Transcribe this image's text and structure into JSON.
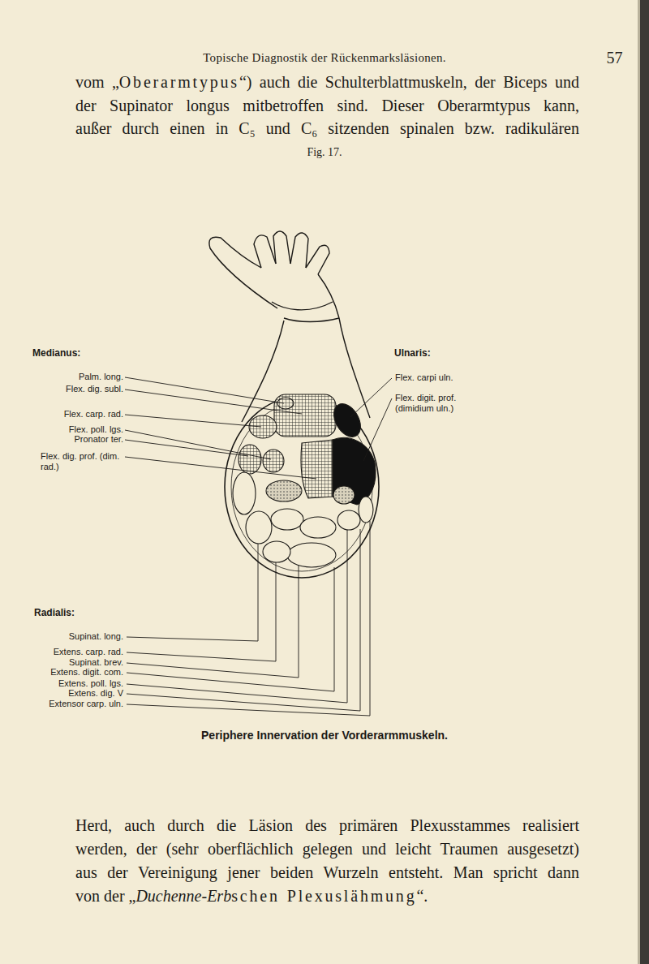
{
  "diagram": {
    "title": "Fig. 17.",
    "caption": "Periphere Innervation der Vorderarmmuskeln.",
    "labels": [
      "Topische Diagnostik der Rückenmarksläsionen.",
      "57",
      "vom „",
      "Oberarmtypus",
      "“) auch die Schulterblattmuskeln, der Biceps und",
      "der Supinator longus mitbetroffen sind. Dieser Oberarmtypus kann,",
      "außer durch einen in C₅ und C₆ sitzenden spinalen bzw. radikulären",
      "Medianus:",
      "Palm. long.",
      "Flex. dig. subl.",
      "Flex. carp. rad.",
      "Flex. poll. lgs.",
      "Pronator ter.",
      "Flex. dig. prof. (dim. rad.)",
      "Ulnaris:",
      "Flex. carpi uln.",
      "Flex. digit. prof. (dimidium uln.)",
      "Radialis:",
      "Supinat. long.",
      "Extens. carp. rad.",
      "Supinat. brev.",
      "Extens. digit. com.",
      "Extens. poll. lgs.",
      "Extens. dig. V",
      "Extensor carp. uln.",
      "Herd, auch durch die Läsion des primären Plexusstammes realisiert",
      "werden, der (sehr oberflächlich gelegen und leicht Traumen ausgesetzt)",
      "aus der Vereinigung jener beiden Wurzeln entsteht. Man spricht dann",
      "von der „",
      "Duchenne-Erb",
      "schen",
      "Plexuslähmung",
      "“."
    ]
  }
}
